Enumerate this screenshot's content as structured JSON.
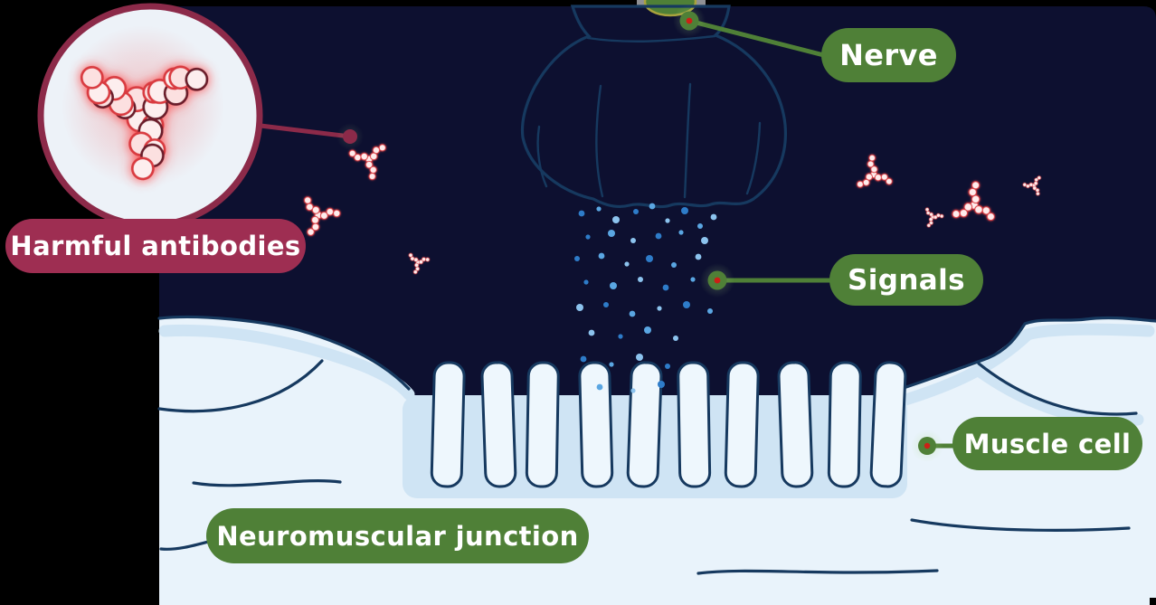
{
  "figure": {
    "type": "anatomical-diagram",
    "subject": "Neuromuscular junction attacked by harmful antibodies"
  },
  "labels": {
    "nerve": "Nerve",
    "signals": "Signals",
    "muscle_cell": "Muscle cell",
    "neuromuscular_junction": "Neuromuscular junction",
    "harmful_antibodies": "Harmful antibodies"
  },
  "colors": {
    "background": "#000000",
    "synapse_navy": "#0d1030",
    "tissue_light": "#e9f3fb",
    "tissue_white": "#eef7fd",
    "outline_navy": "#16395f",
    "fold_shadow": "#cfe4f4",
    "label_green": "#4f8037",
    "label_maroon": "#9e2e52",
    "inset_border": "#8c2a49",
    "marker_red": "#cc2016",
    "signal_blue": "#3f8fd4",
    "antibody_red": "#d93a40"
  }
}
